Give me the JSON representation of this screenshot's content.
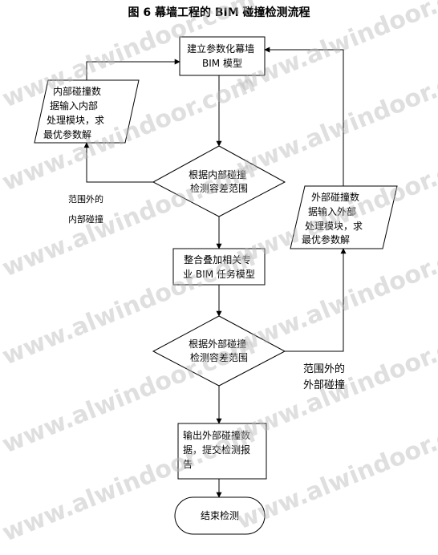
{
  "title": "图 6   幕墙工程的 BIM 碰撞检测流程",
  "nodes": {
    "build_model": [
      "建立参数化幕墙",
      "BIM 模型"
    ],
    "internal_input": [
      "内部碰撞数",
      "据输入内部",
      "处理模块，求",
      "最优参数解"
    ],
    "check_internal": [
      "根据内部碰撞",
      "检测容差范围"
    ],
    "external_input": [
      "外部碰撞数",
      "据输入外部",
      "处理模块，求",
      "最优参数解"
    ],
    "integrate_model": [
      "整合叠加相关专",
      "业 BIM 任务模型"
    ],
    "check_external": [
      "根据外部碰撞",
      "检测容差范围"
    ],
    "output_data": [
      "输出外部碰撞数",
      "据，提交检测报",
      "告"
    ],
    "end": "结束检测"
  },
  "edge_labels": {
    "internal_out_of_range": [
      "范围外的",
      "内部碰撞"
    ],
    "external_out_of_range": [
      "范围外的",
      "外部碰撞"
    ]
  },
  "watermark": "www.alwindoor.com"
}
